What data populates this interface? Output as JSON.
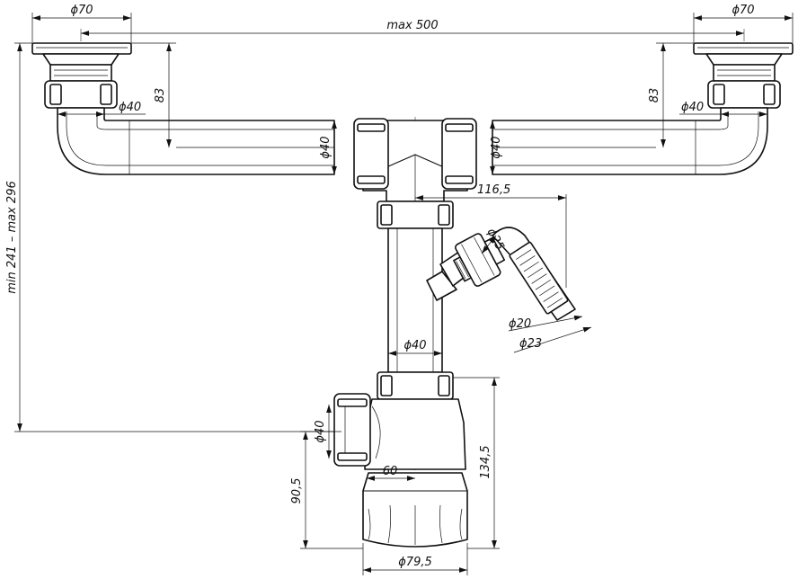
{
  "dimensions": {
    "drain_left_diameter": "ϕ70",
    "drain_right_diameter": "ϕ70",
    "max_span": "max 500",
    "height_range": "min 241 – max 296",
    "drop_left": "83",
    "drop_right": "83",
    "outlet_left_diameter": "ϕ40",
    "outlet_right_diameter": "ϕ40",
    "pipe_left_diameter": "ϕ40",
    "pipe_right_diameter": "ϕ40",
    "branch_offset": "116,5",
    "hose_nut_diameter": "ϕ25",
    "hose_inner_diameter": "ϕ20",
    "hose_outer_diameter": "ϕ23",
    "riser_diameter": "ϕ40",
    "outlet_diameter": "ϕ40",
    "cup_offset": "60",
    "trap_height": "134,5",
    "cup_height": "90,5",
    "cup_diameter": "ϕ79,5"
  }
}
